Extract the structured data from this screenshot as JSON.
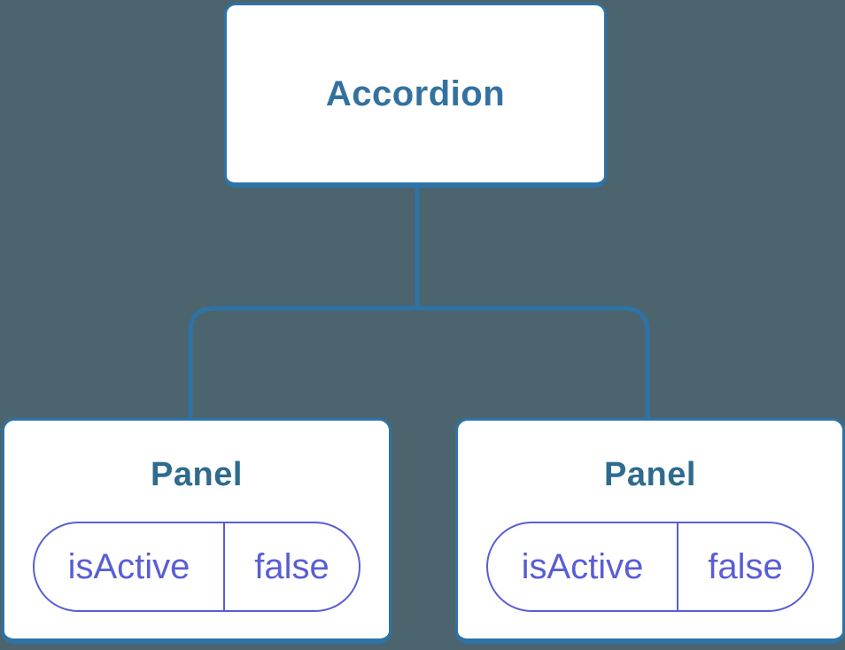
{
  "diagram": {
    "type": "component-tree",
    "background_color": "#4b646e",
    "connector_color": "#2e73a7",
    "node_border_color": "#2e73a7",
    "node_fill_color": "#ffffff",
    "root_label_color": "#33719f",
    "panel_label_color": "#2e6b8e",
    "state_pill_color": "#5a5ed4",
    "root": {
      "label": "Accordion"
    },
    "children": [
      {
        "label": "Panel",
        "state": {
          "key": "isActive",
          "value": "false"
        }
      },
      {
        "label": "Panel",
        "state": {
          "key": "isActive",
          "value": "false"
        }
      }
    ]
  }
}
